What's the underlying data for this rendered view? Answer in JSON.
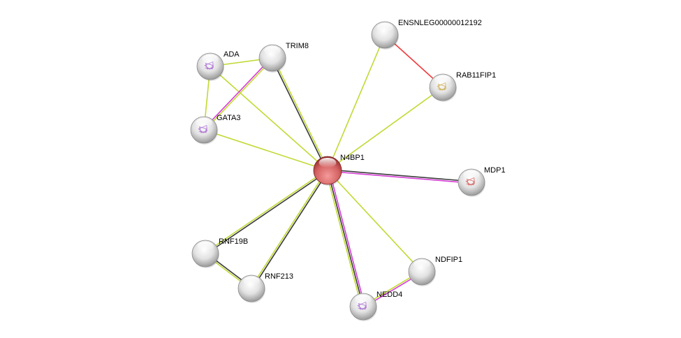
{
  "colors": {
    "query_node": "#d95f5f",
    "node": "#d8d8d8",
    "edge_green": "#c2d934",
    "edge_black": "#3a3a3a",
    "edge_magenta": "#d63cd6",
    "edge_red": "#f03c3c"
  },
  "nodes": [
    {
      "id": "N4BP1",
      "label": "N4BP1",
      "query": true
    },
    {
      "id": "ADA",
      "label": "ADA",
      "structure": "purple"
    },
    {
      "id": "TRIM8",
      "label": "TRIM8"
    },
    {
      "id": "GATA3",
      "label": "GATA3",
      "structure": "purple"
    },
    {
      "id": "ENSNLEG00000012192",
      "label": "ENSNLEG00000012192"
    },
    {
      "id": "RAB11FIP1",
      "label": "RAB11FIP1",
      "structure": "yellow"
    },
    {
      "id": "MDP1",
      "label": "MDP1",
      "structure": "red"
    },
    {
      "id": "NDFIP1",
      "label": "NDFIP1"
    },
    {
      "id": "NEDD4",
      "label": "NEDD4",
      "structure": "purple"
    },
    {
      "id": "RNF213",
      "label": "RNF213"
    },
    {
      "id": "RNF19B",
      "label": "RNF19B"
    }
  ],
  "edges": [
    {
      "a": "ADA",
      "b": "TRIM8",
      "colors": [
        "edge_green"
      ]
    },
    {
      "a": "ADA",
      "b": "GATA3",
      "colors": [
        "edge_green"
      ]
    },
    {
      "a": "ADA",
      "b": "N4BP1",
      "colors": [
        "edge_green"
      ]
    },
    {
      "a": "GATA3",
      "b": "TRIM8",
      "colors": [
        "edge_magenta",
        "edge_green"
      ]
    },
    {
      "a": "GATA3",
      "b": "N4BP1",
      "colors": [
        "edge_green"
      ]
    },
    {
      "a": "TRIM8",
      "b": "N4BP1",
      "colors": [
        "edge_green",
        "edge_black"
      ]
    },
    {
      "a": "ENSNLEG00000012192",
      "b": "N4BP1",
      "colors": [
        "edge_green"
      ]
    },
    {
      "a": "ENSNLEG00000012192",
      "b": "RAB11FIP1",
      "colors": [
        "edge_red"
      ]
    },
    {
      "a": "RAB11FIP1",
      "b": "N4BP1",
      "colors": [
        "edge_green"
      ]
    },
    {
      "a": "MDP1",
      "b": "N4BP1",
      "colors": [
        "edge_magenta",
        "edge_black"
      ]
    },
    {
      "a": "NDFIP1",
      "b": "N4BP1",
      "colors": [
        "edge_green"
      ]
    },
    {
      "a": "NEDD4",
      "b": "N4BP1",
      "colors": [
        "edge_green",
        "edge_black",
        "edge_magenta"
      ]
    },
    {
      "a": "NEDD4",
      "b": "NDFIP1",
      "colors": [
        "edge_green",
        "edge_magenta"
      ]
    },
    {
      "a": "RNF213",
      "b": "N4BP1",
      "colors": [
        "edge_green",
        "edge_black"
      ]
    },
    {
      "a": "RNF19B",
      "b": "N4BP1",
      "colors": [
        "edge_green",
        "edge_black"
      ]
    },
    {
      "a": "RNF19B",
      "b": "RNF213",
      "colors": [
        "edge_black",
        "edge_green"
      ]
    }
  ]
}
